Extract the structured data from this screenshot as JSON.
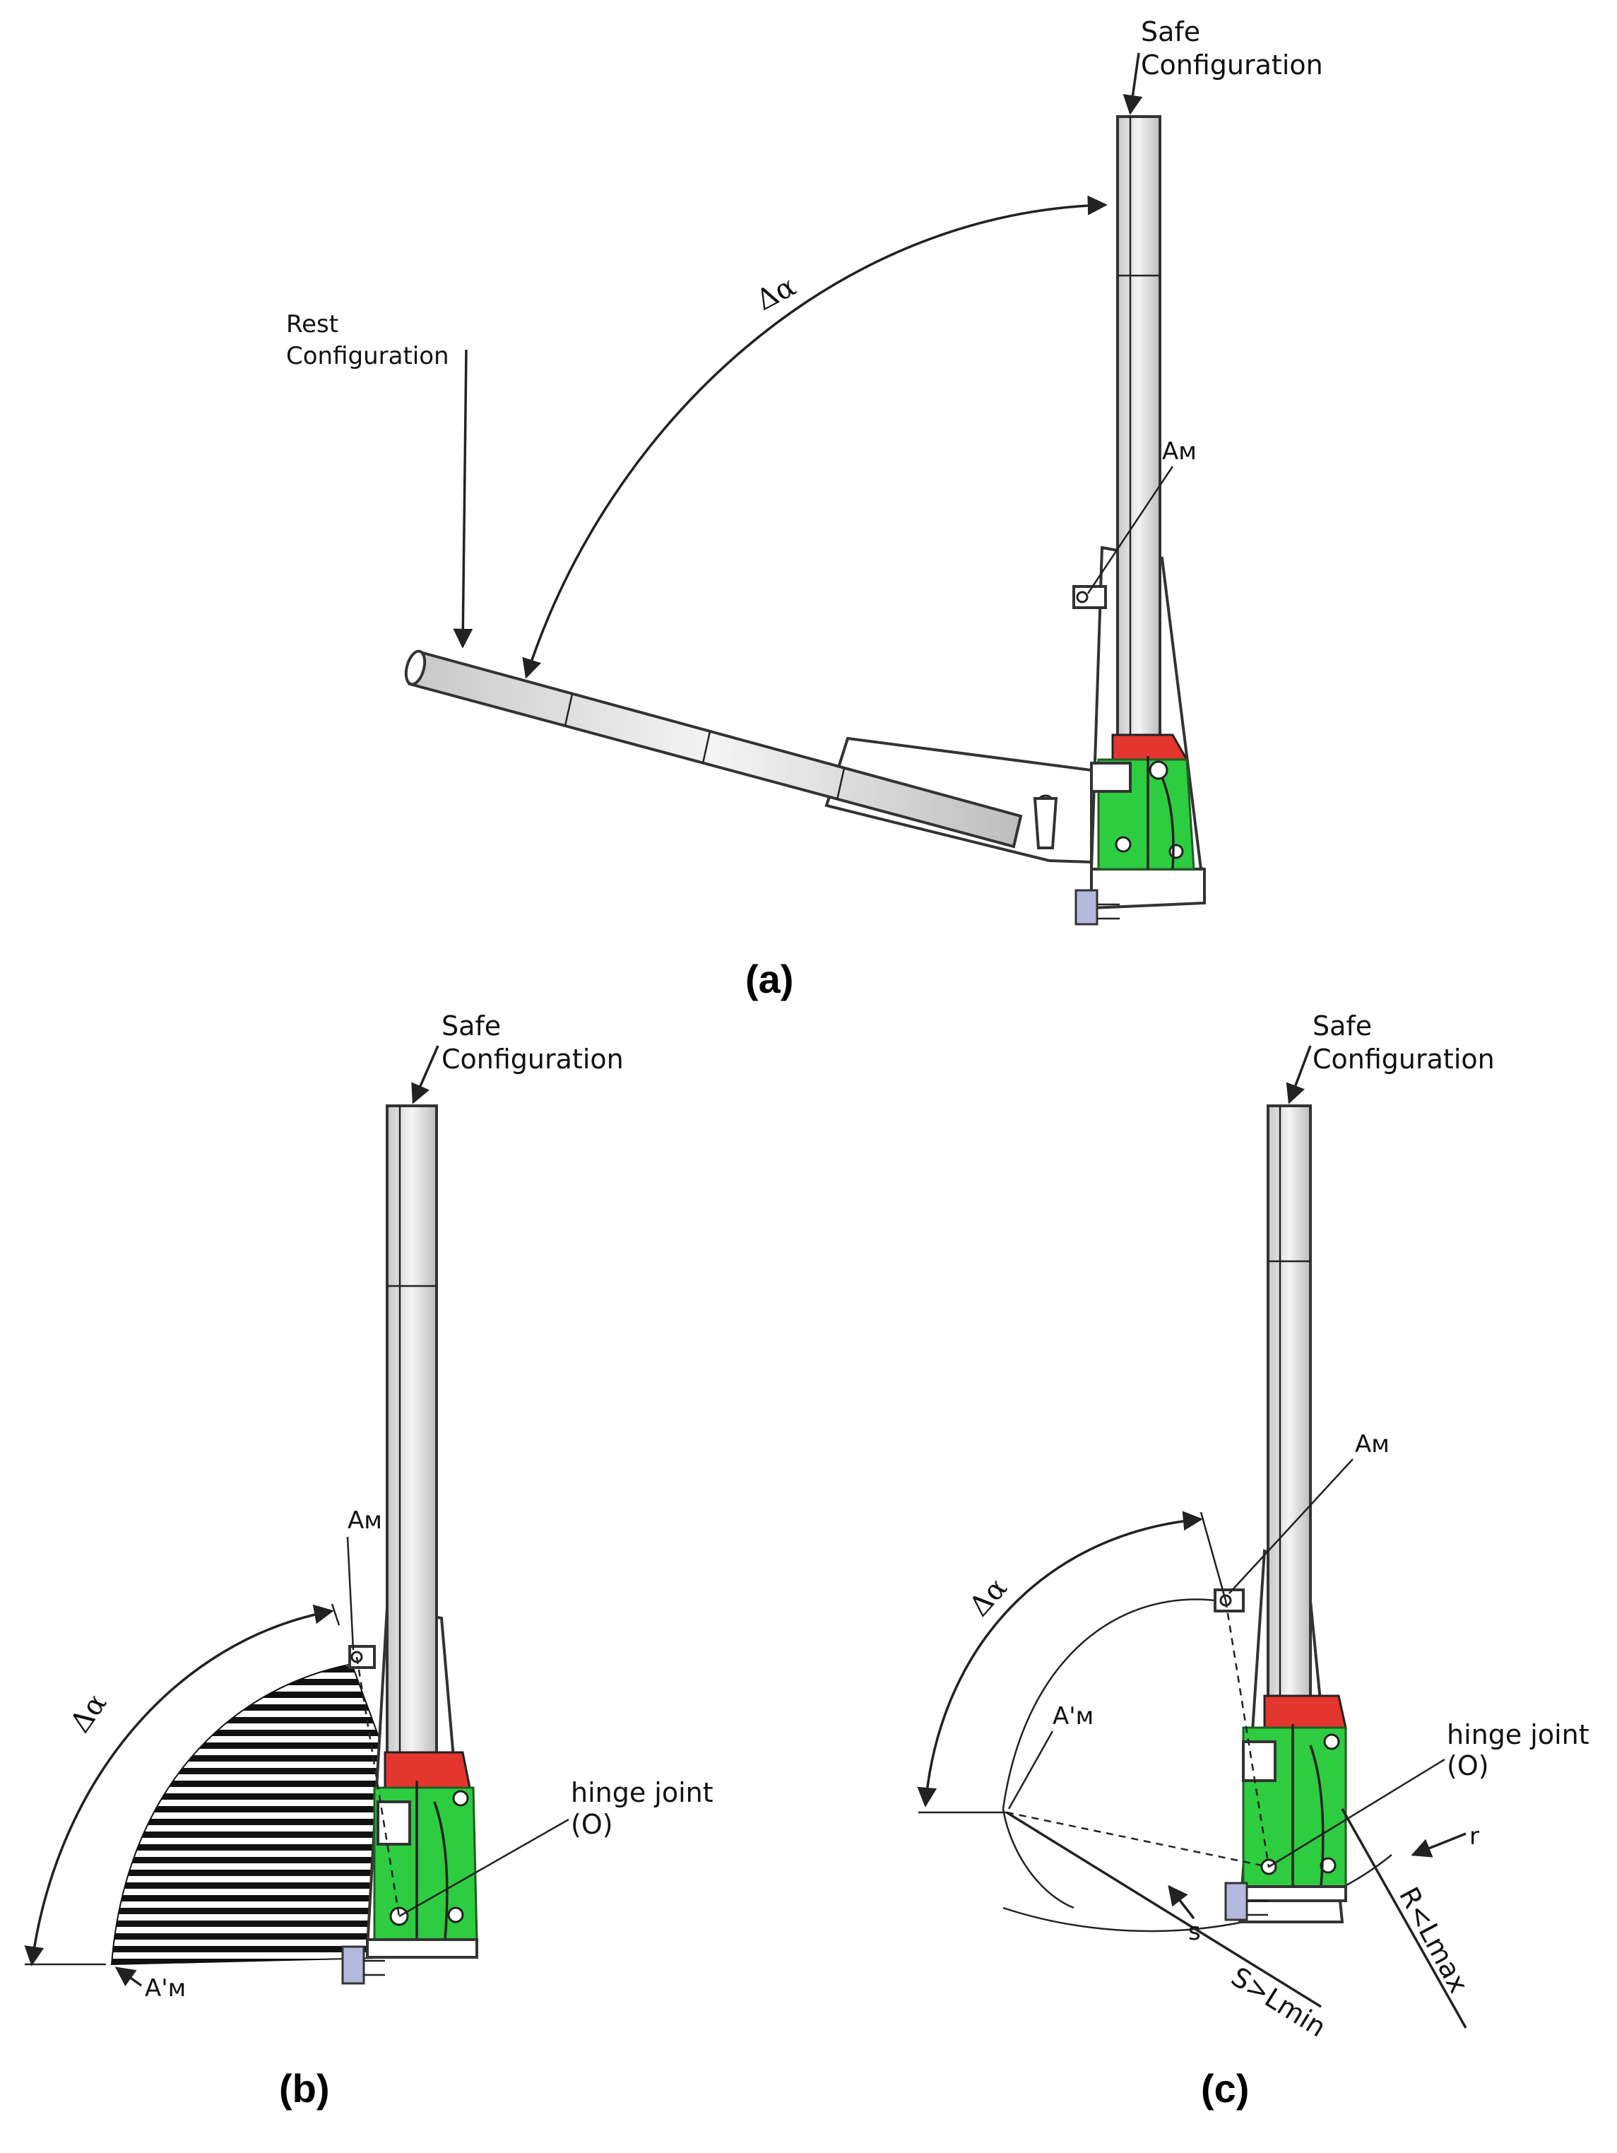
{
  "panels": {
    "a": {
      "caption": "(a)",
      "safe_config": [
        "Safe",
        "Configuration"
      ],
      "rest_config": [
        "Rest",
        "Configuration"
      ],
      "delta_alpha": "Δα",
      "am_label": "Aм"
    },
    "b": {
      "caption": "(b)",
      "safe_config": [
        "Safe",
        "Configuration"
      ],
      "am_label": "Aм",
      "am_prime_label": "A'м",
      "delta_alpha": "Δα",
      "hinge_label": [
        "hinge joint",
        "(O)"
      ]
    },
    "c": {
      "caption": "(c)",
      "safe_config": [
        "Safe",
        "Configuration"
      ],
      "am_label": "Aм",
      "am_prime_label": "A'м",
      "delta_alpha": "Δα",
      "hinge_label": [
        "hinge joint",
        "(O)"
      ],
      "r_label": "r",
      "R_label": "R<Lmax",
      "s_label": "s",
      "S_label": "S>Lmin"
    }
  },
  "colors": {
    "pole": "#d9d9d9",
    "accent_red": "#e2362e",
    "accent_green": "#2ecc40",
    "support_lilac": "#b5b9dd"
  }
}
